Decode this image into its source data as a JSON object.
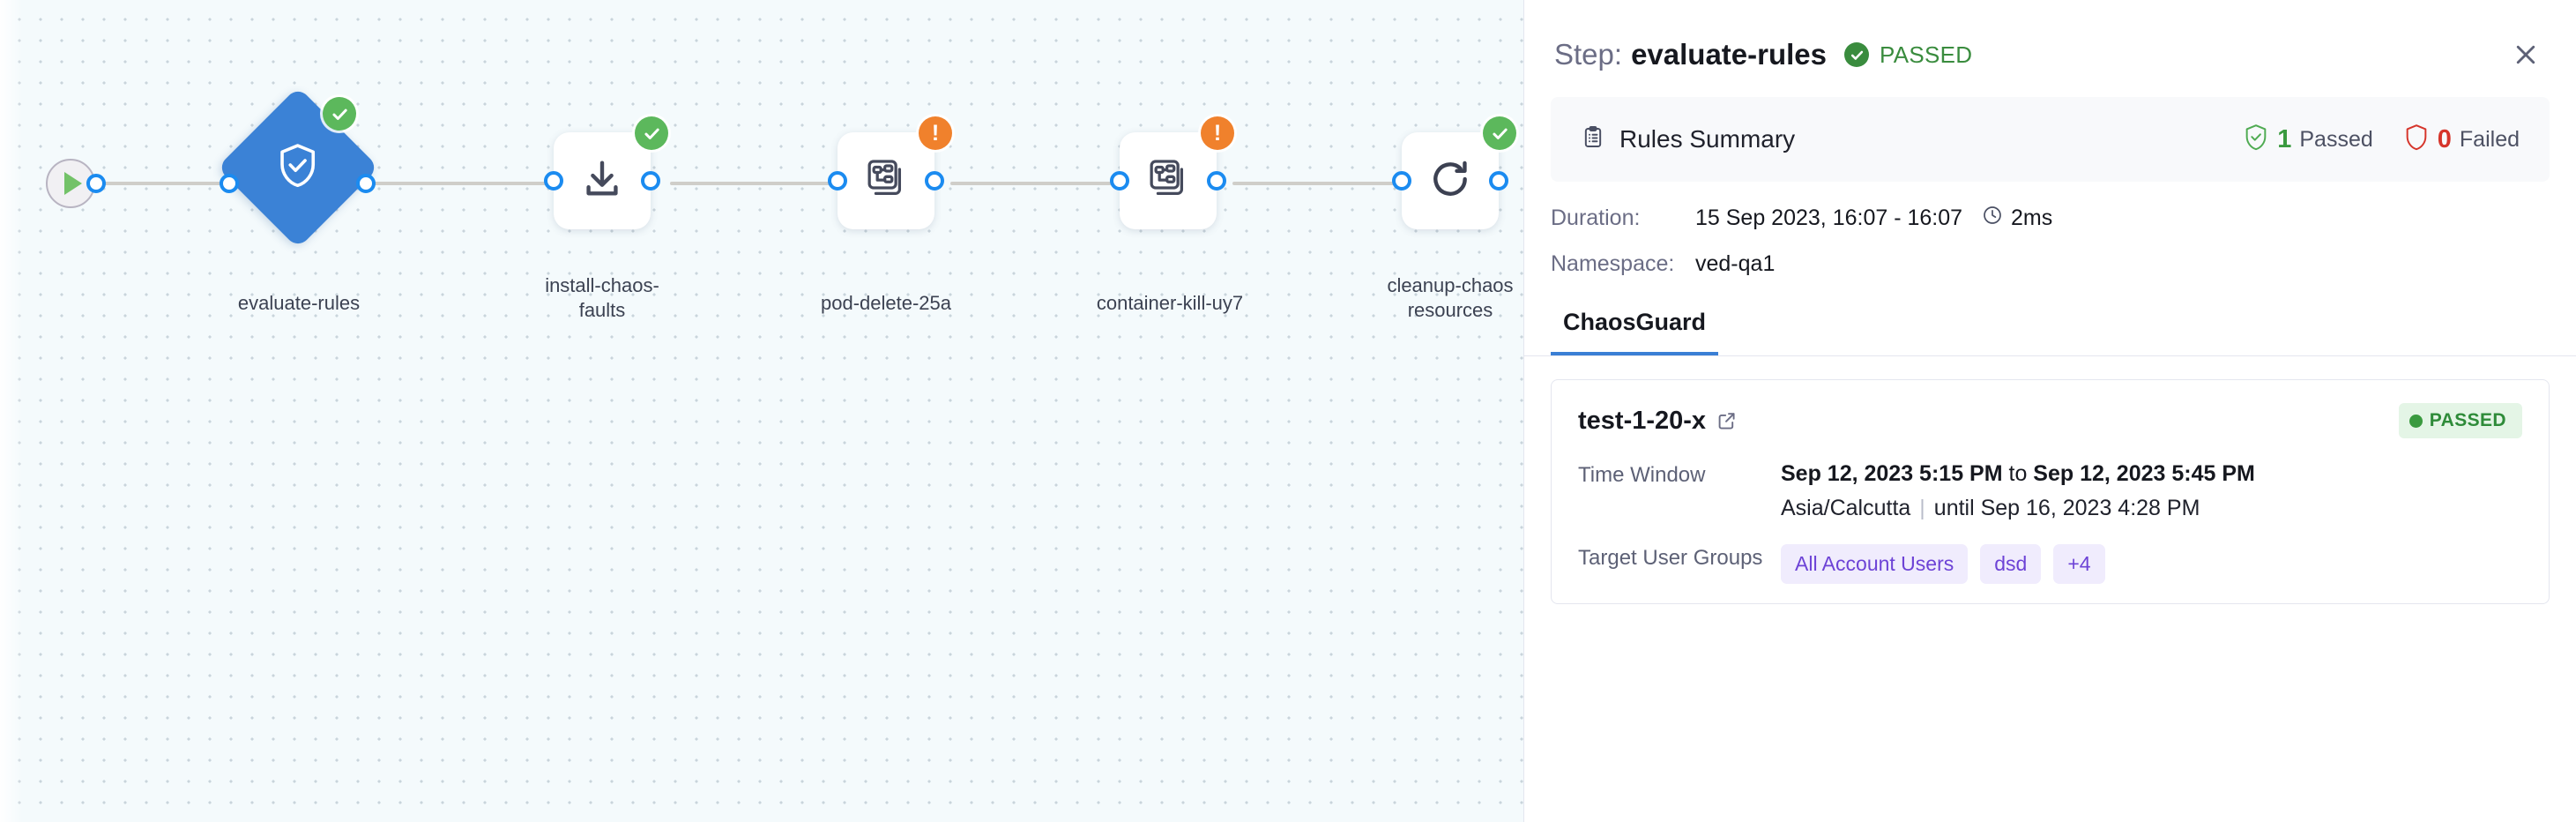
{
  "canvas": {
    "start_node": {
      "name": "start-node",
      "icon": "play-icon"
    },
    "nodes": [
      {
        "label": "evaluate-rules",
        "shape": "diamond",
        "icon": "shield-check-icon",
        "status": "success"
      },
      {
        "label": "install-chaos-\nfaults",
        "shape": "box",
        "icon": "download-icon",
        "status": "success"
      },
      {
        "label": "pod-delete-25a",
        "shape": "box",
        "icon": "chaos-fault-icon",
        "status": "warning"
      },
      {
        "label": "container-kill-uy7",
        "shape": "box",
        "icon": "chaos-fault-icon",
        "status": "warning"
      },
      {
        "label": "cleanup-chaos\nresources",
        "shape": "box",
        "icon": "refresh-icon",
        "status": "success"
      }
    ]
  },
  "panel": {
    "header": {
      "step_word": "Step:",
      "step_name": "evaluate-rules",
      "status_label": "PASSED",
      "close_label": "Close"
    },
    "rules_summary": {
      "title": "Rules Summary",
      "passed_count": "1",
      "passed_label": "Passed",
      "failed_count": "0",
      "failed_label": "Failed"
    },
    "meta": {
      "duration_key": "Duration:",
      "duration_value": "15 Sep 2023, 16:07 - 16:07",
      "duration_elapsed": "2ms",
      "namespace_key": "Namespace:",
      "namespace_value": "ved-qa1"
    },
    "tabs": [
      {
        "label": "ChaosGuard",
        "active": true
      }
    ],
    "guard_card": {
      "name": "test-1-20-x",
      "status_label": "PASSED",
      "rows": [
        {
          "key": "Time Window",
          "value_line1_start": "Sep 12, 2023 5:15 PM",
          "value_line1_mid": " to ",
          "value_line1_end": "Sep 12, 2023 5:45 PM",
          "value_line2_tz": "Asia/Calcutta",
          "value_line2_until": "until Sep 16, 2023 4:28 PM"
        },
        {
          "key": "Target User Groups",
          "chips": [
            "All Account Users",
            "dsd",
            "+4"
          ]
        }
      ]
    },
    "colors": {
      "accent": "#3a7fd5",
      "success": "#3a9a3f",
      "danger": "#d6352b",
      "warning": "#f0812c",
      "chip": "#6d43d6"
    }
  }
}
